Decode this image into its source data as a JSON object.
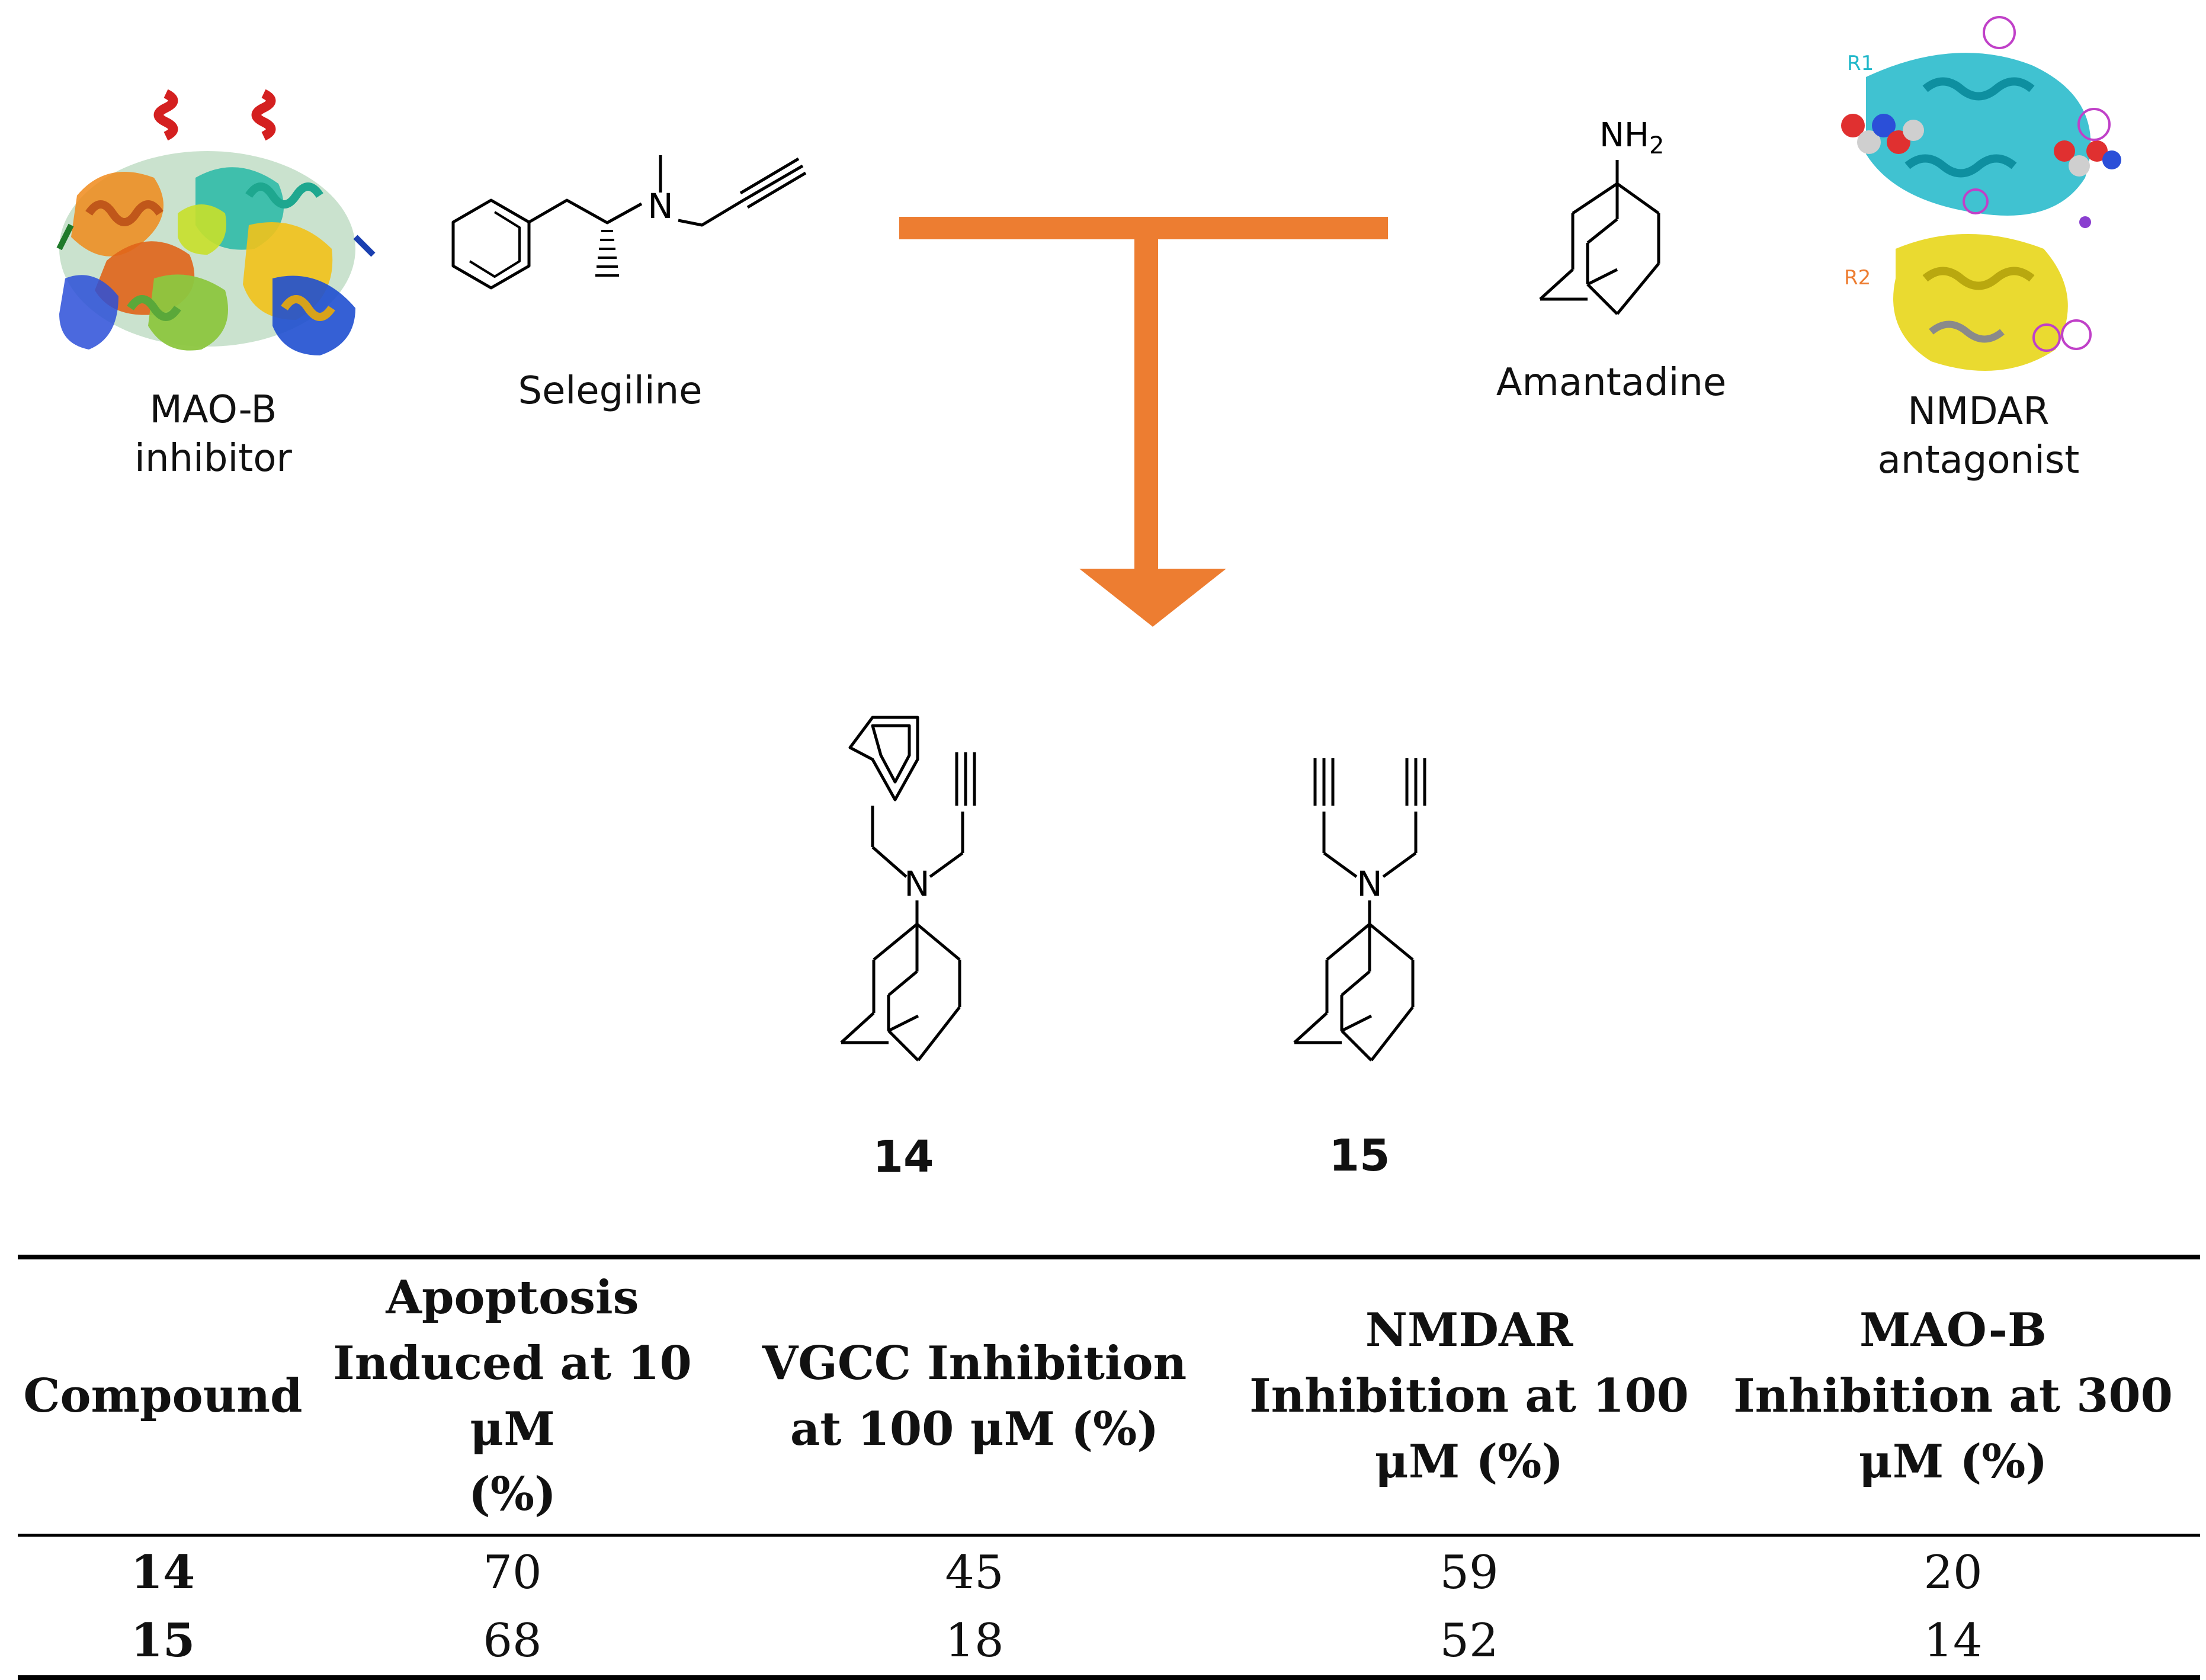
{
  "top_left": {
    "enzyme_label": "MAO-B\ninhibitor",
    "drug_name": "Selegiline"
  },
  "top_right": {
    "drug_name": "Amantadine",
    "amine_label": "NH",
    "amine_subscript": "2",
    "receptor_label": "NMDAR\nantagonist",
    "region_labels": [
      "R1",
      "R2"
    ]
  },
  "molecules": {
    "atom_label_N": "N",
    "compound_14": "14",
    "compound_15": "15"
  },
  "colors": {
    "arrow": "#ED7D31",
    "helix_red": "#D42020",
    "receptor_cyan": "#1FB7C9",
    "receptor_yellow": "#E8D61A",
    "mesh_magenta": "#C040C8"
  },
  "table": {
    "headers": [
      "Compound",
      "Apoptosis\nInduced at 10 μM\n(%)",
      "VGCC Inhibition\nat 100 μM (%)",
      "NMDAR\nInhibition at 100\nμM (%)",
      "MAO-B\nInhibition at 300\nμM (%)"
    ],
    "rows": [
      [
        "14",
        "70",
        "45",
        "59",
        "20"
      ],
      [
        "15",
        "68",
        "18",
        "52",
        "14"
      ]
    ]
  }
}
